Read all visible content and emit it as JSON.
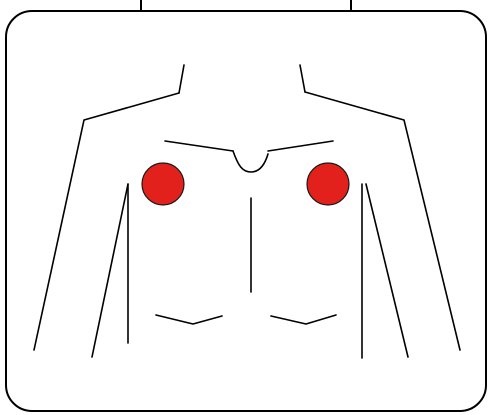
{
  "diagram": {
    "figure": "torso-front-outline",
    "markers": [
      {
        "name": "right-chest-electrode",
        "color": "#e3211c"
      },
      {
        "name": "left-chest-electrode",
        "color": "#e3211c"
      }
    ],
    "marker_stroke": "#1a1a1a",
    "line_color": "#000000",
    "frame_color": "#000000",
    "background": "#ffffff"
  }
}
